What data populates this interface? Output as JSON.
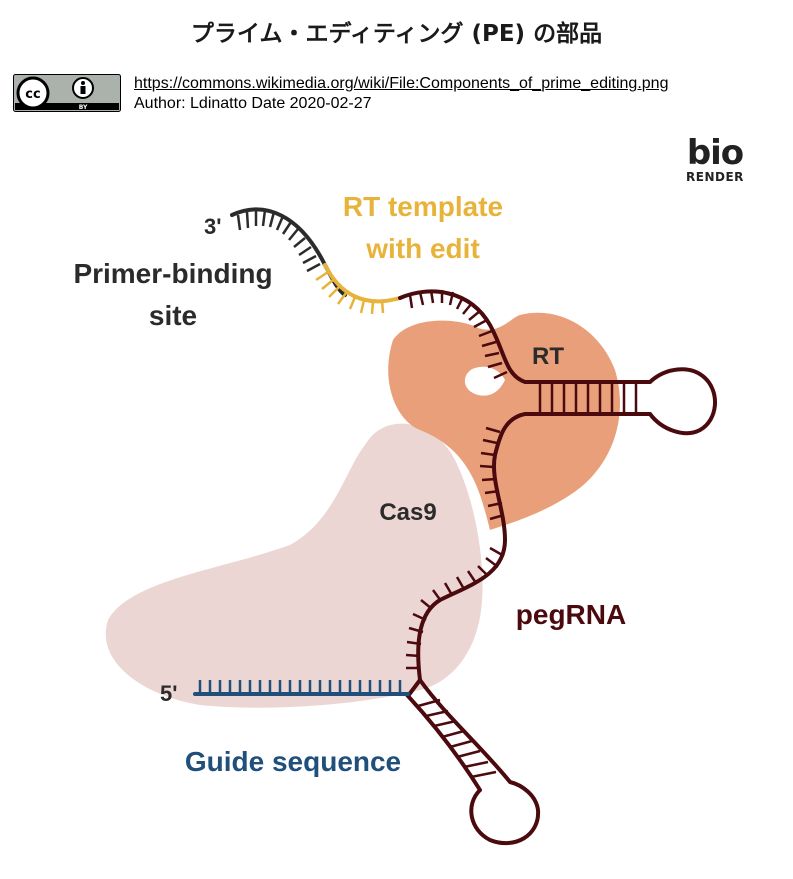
{
  "title": "プライム・エディティング (PE) の部品",
  "attribution": {
    "license_badge": "cc-by-icon",
    "url": "https://commons.wikimedia.org/wiki/File:Components_of_prime_editing.png",
    "author_line": "Author: Ldinatto Date 2020-02-27"
  },
  "logo": {
    "word": "bio",
    "sub": "RENDER"
  },
  "labels": {
    "three_prime": "3'",
    "five_prime": "5'",
    "primer_binding": [
      "Primer-binding",
      "site"
    ],
    "rt_template": [
      "RT template",
      "with edit"
    ],
    "rt": "RT",
    "cas9": "Cas9",
    "pegrna": "pegRNA",
    "guide": "Guide sequence"
  },
  "colors": {
    "pegrna": "#4a0a0e",
    "primer": "#2b2b2b",
    "rt_template": "#e8b33a",
    "guide": "#1f4f7a",
    "cas9": "#ecd6d3",
    "rt_protein": "#e9a07a"
  }
}
